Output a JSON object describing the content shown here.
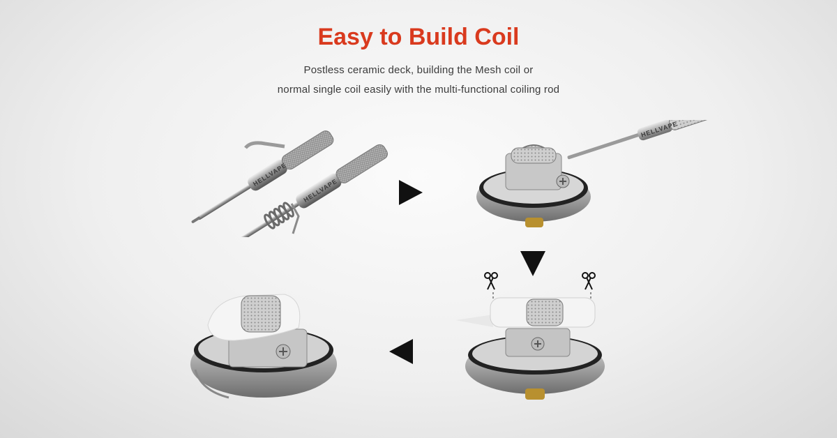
{
  "heading": {
    "title": "Easy to Build Coil",
    "subtitle_line1": "Postless ceramic deck, building the Mesh coil or",
    "subtitle_line2": "normal single coil easily with the multi-functional coiling rod"
  },
  "brand": {
    "rod_engraving": "HELLVAPE"
  },
  "colors": {
    "title_red": "#d93a1e",
    "arrow_black": "#111111"
  },
  "steps": [
    {
      "name": "coiling-rods",
      "icon": "coiling-rod-icon"
    },
    {
      "name": "mesh-coil-install",
      "icon": "deck-mesh-coil-icon"
    },
    {
      "name": "wick-trim",
      "icon": "scissors-icon"
    },
    {
      "name": "wicked-deck",
      "icon": "deck-cotton-icon"
    }
  ]
}
